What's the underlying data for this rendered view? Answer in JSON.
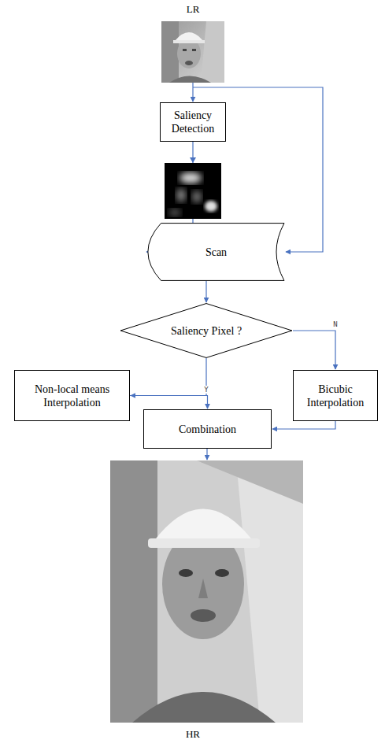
{
  "diagram": {
    "nodes": [
      {
        "text": [
          "Saliency Detection"
        ]
      },
      {
        "text": [
          "Scan"
        ]
      },
      {
        "text": [
          "Saliency Pixel ?"
        ]
      },
      {
        "text": [
          "Non-local means Interpolation"
        ]
      },
      {
        "text": [
          "Bicubic Interpolation"
        ]
      },
      {
        "text": [
          "Combination"
        ]
      }
    ],
    "edges": [
      {
        "from": 0,
        "to": 1,
        "arrow": "to"
      },
      {
        "from": 1,
        "to": 2,
        "arrow": "to"
      },
      {
        "from": 2,
        "to": 3,
        "label": "Y",
        "arrow": "to"
      },
      {
        "from": 2,
        "to": 4,
        "label": "N",
        "arrow": "to"
      },
      {
        "from": 3,
        "to": 5,
        "arrow": "to"
      },
      {
        "from": 4,
        "to": 5,
        "arrow": "to"
      }
    ],
    "labels": [
      "LR",
      "HR"
    ]
  }
}
